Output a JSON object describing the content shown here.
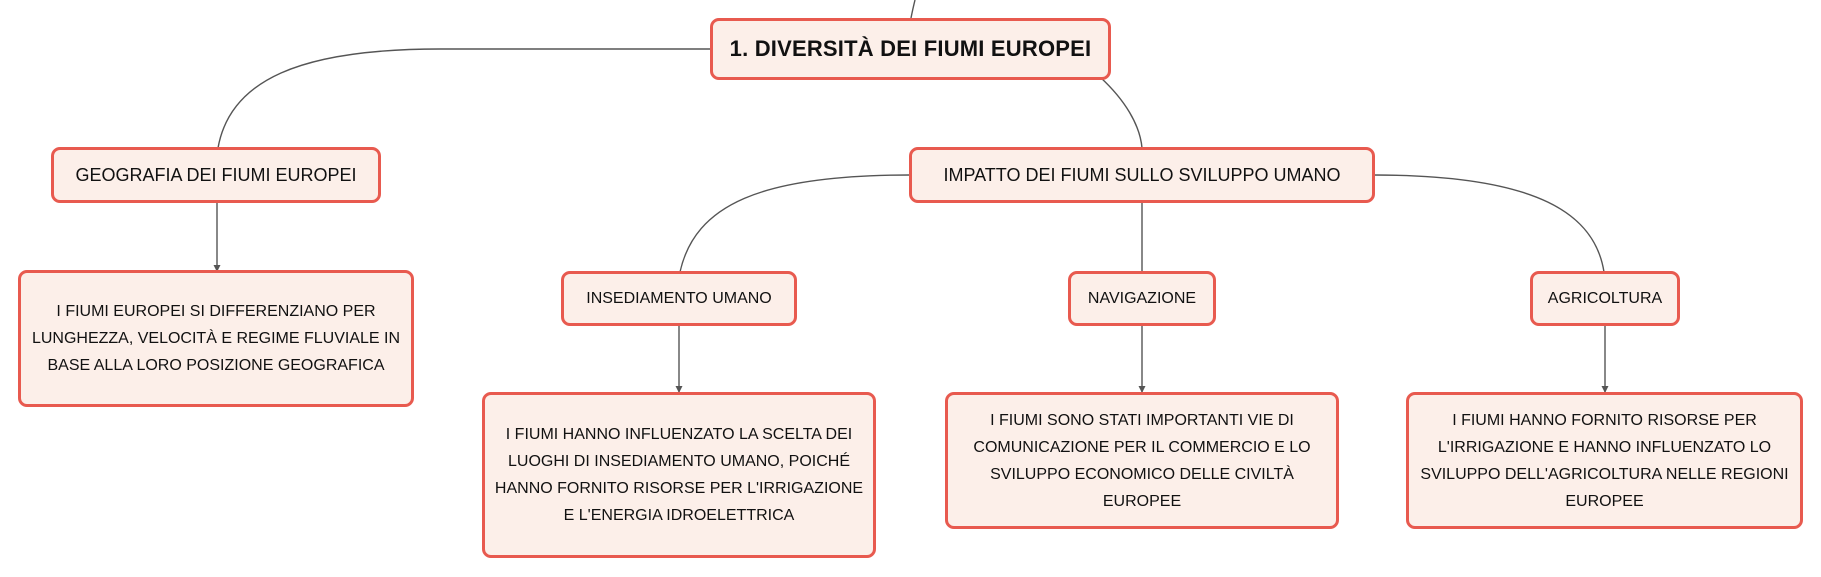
{
  "map": {
    "root": {
      "label": "1. DIVERSITÀ DEI FIUMI EUROPEI"
    },
    "geografia": {
      "label": "GEOGRAFIA DEI FIUMI EUROPEI",
      "note": "I FIUMI EUROPEI SI DIFFERENZIANO PER LUNGHEZZA, VELOCITÀ E REGIME FLUVIALE IN BASE ALLA LORO POSIZIONE GEOGRAFICA"
    },
    "impatto": {
      "label": "IMPATTO DEI FIUMI SULLO SVILUPPO UMANO",
      "children": [
        {
          "label": "INSEDIAMENTO UMANO",
          "note": "I FIUMI HANNO INFLUENZATO LA SCELTA DEI LUOGHI DI INSEDIAMENTO UMANO, POICHÉ HANNO FORNITO RISORSE PER L'IRRIGAZIONE E L'ENERGIA IDROELETTRICA"
        },
        {
          "label": "NAVIGAZIONE",
          "note": "I FIUMI SONO STATI IMPORTANTI VIE DI COMUNICAZIONE PER IL COMMERCIO E LO SVILUPPO ECONOMICO DELLE CIVILTÀ EUROPEE"
        },
        {
          "label": "AGRICOLTURA",
          "note": "I FIUMI HANNO FORNITO RISORSE PER L'IRRIGAZIONE E HANNO INFLUENZATO LO SVILUPPO DELL'AGRICOLTURA NELLE REGIONI EUROPEE"
        }
      ]
    }
  },
  "colors": {
    "node_border": "#e85a4f",
    "node_fill": "#fcefe9",
    "connector": "#555555"
  }
}
